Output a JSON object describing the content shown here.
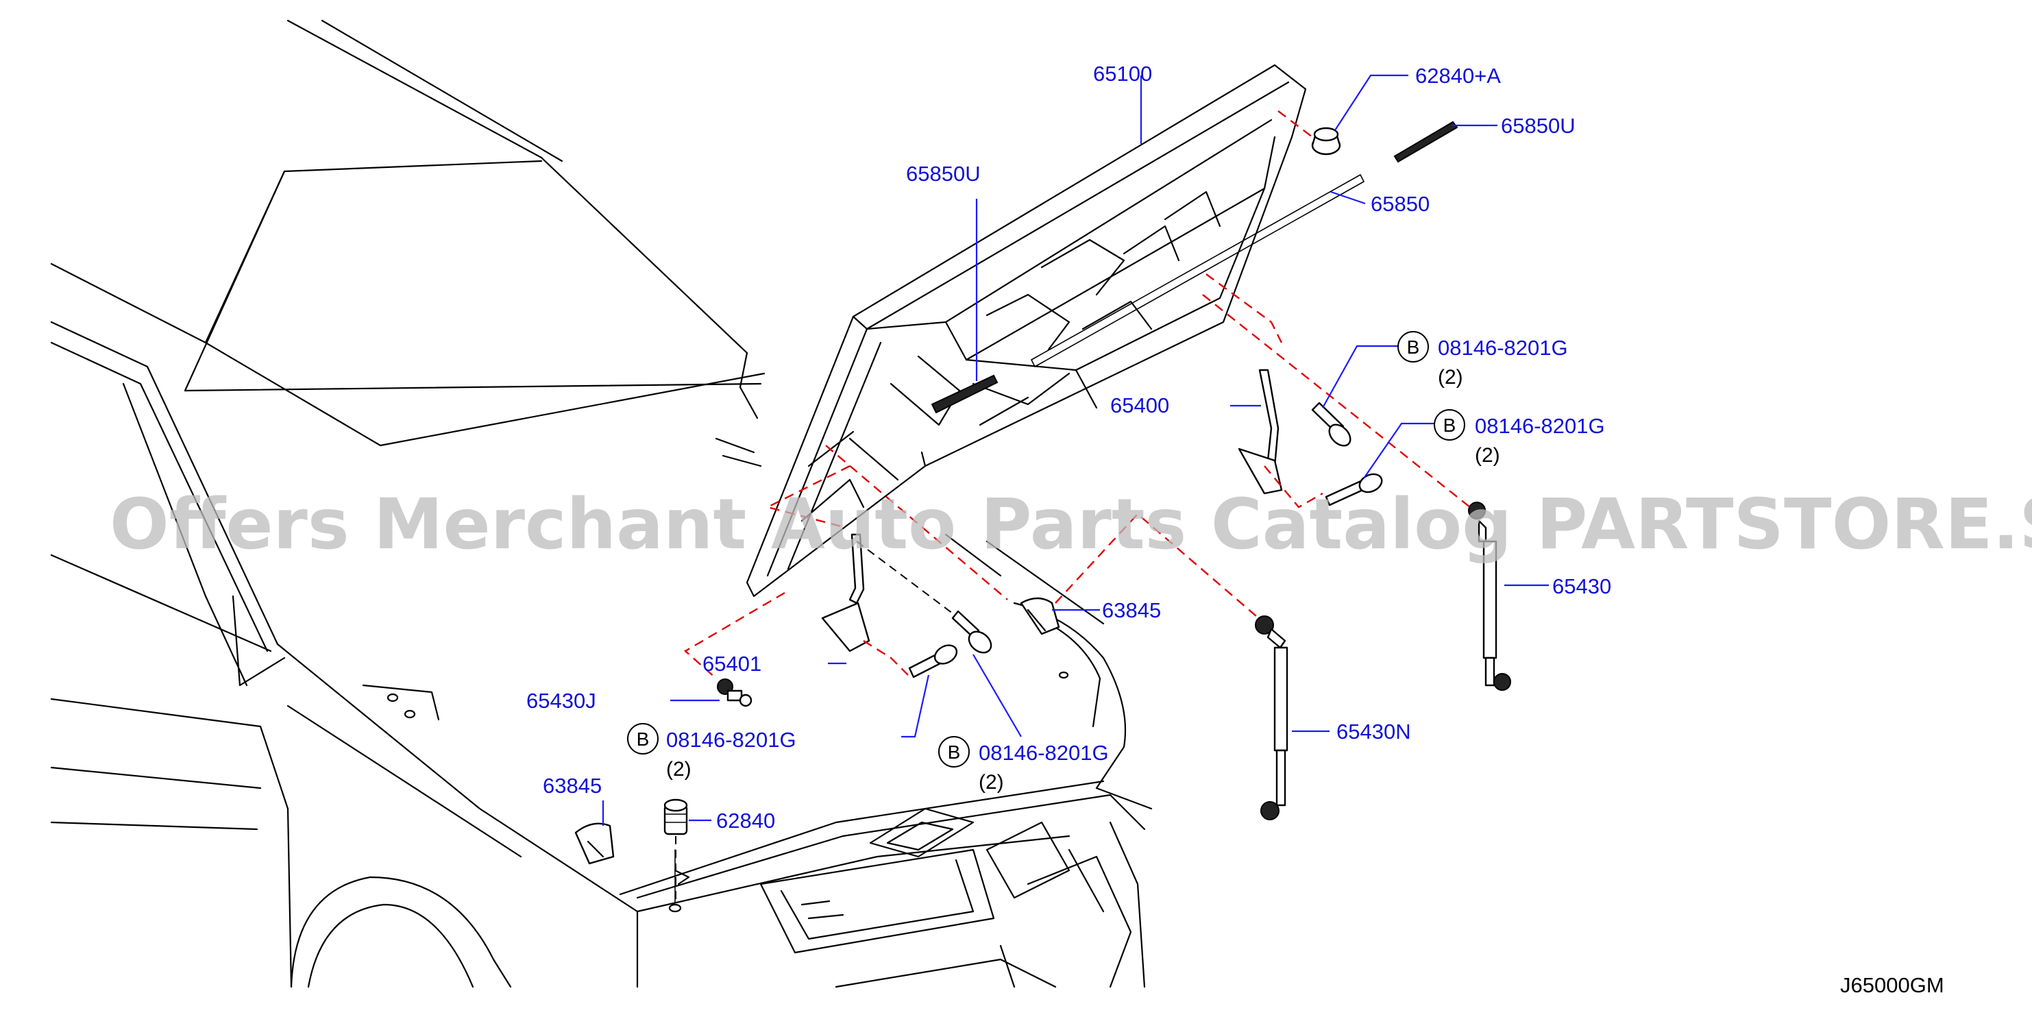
{
  "watermark": "Offers Merchant Auto Parts Catalog PARTSTORE.SA",
  "diagram_code": "J65000GM",
  "bolt_badge": "B",
  "labels": {
    "hood": "65100",
    "hood_bumper_top": "62840+A",
    "weatherstrip_right": "65850U",
    "weatherstrip_left": "65850U",
    "hood_seal": "65850",
    "hinge_right": "65400",
    "hinge_left": "65401",
    "stay_right": "65430",
    "stay_center": "65430N",
    "stay_ball_stud": "65430J",
    "rubber_right": "63845",
    "rubber_left": "63845",
    "bumper_lower": "62840",
    "bolt_1": "08146-8201G",
    "bolt_2": "08146-8201G",
    "bolt_3": "08146-8201G",
    "bolt_4": "08146-8201G"
  },
  "quantities": {
    "bolt_1": "(2)",
    "bolt_2": "(2)",
    "bolt_3": "(2)",
    "bolt_4": "(2)"
  },
  "colors": {
    "label": "#1010d8",
    "leader": "#1a1aff",
    "dashed_guide": "#e00000",
    "watermark": "#bdbdbd"
  }
}
